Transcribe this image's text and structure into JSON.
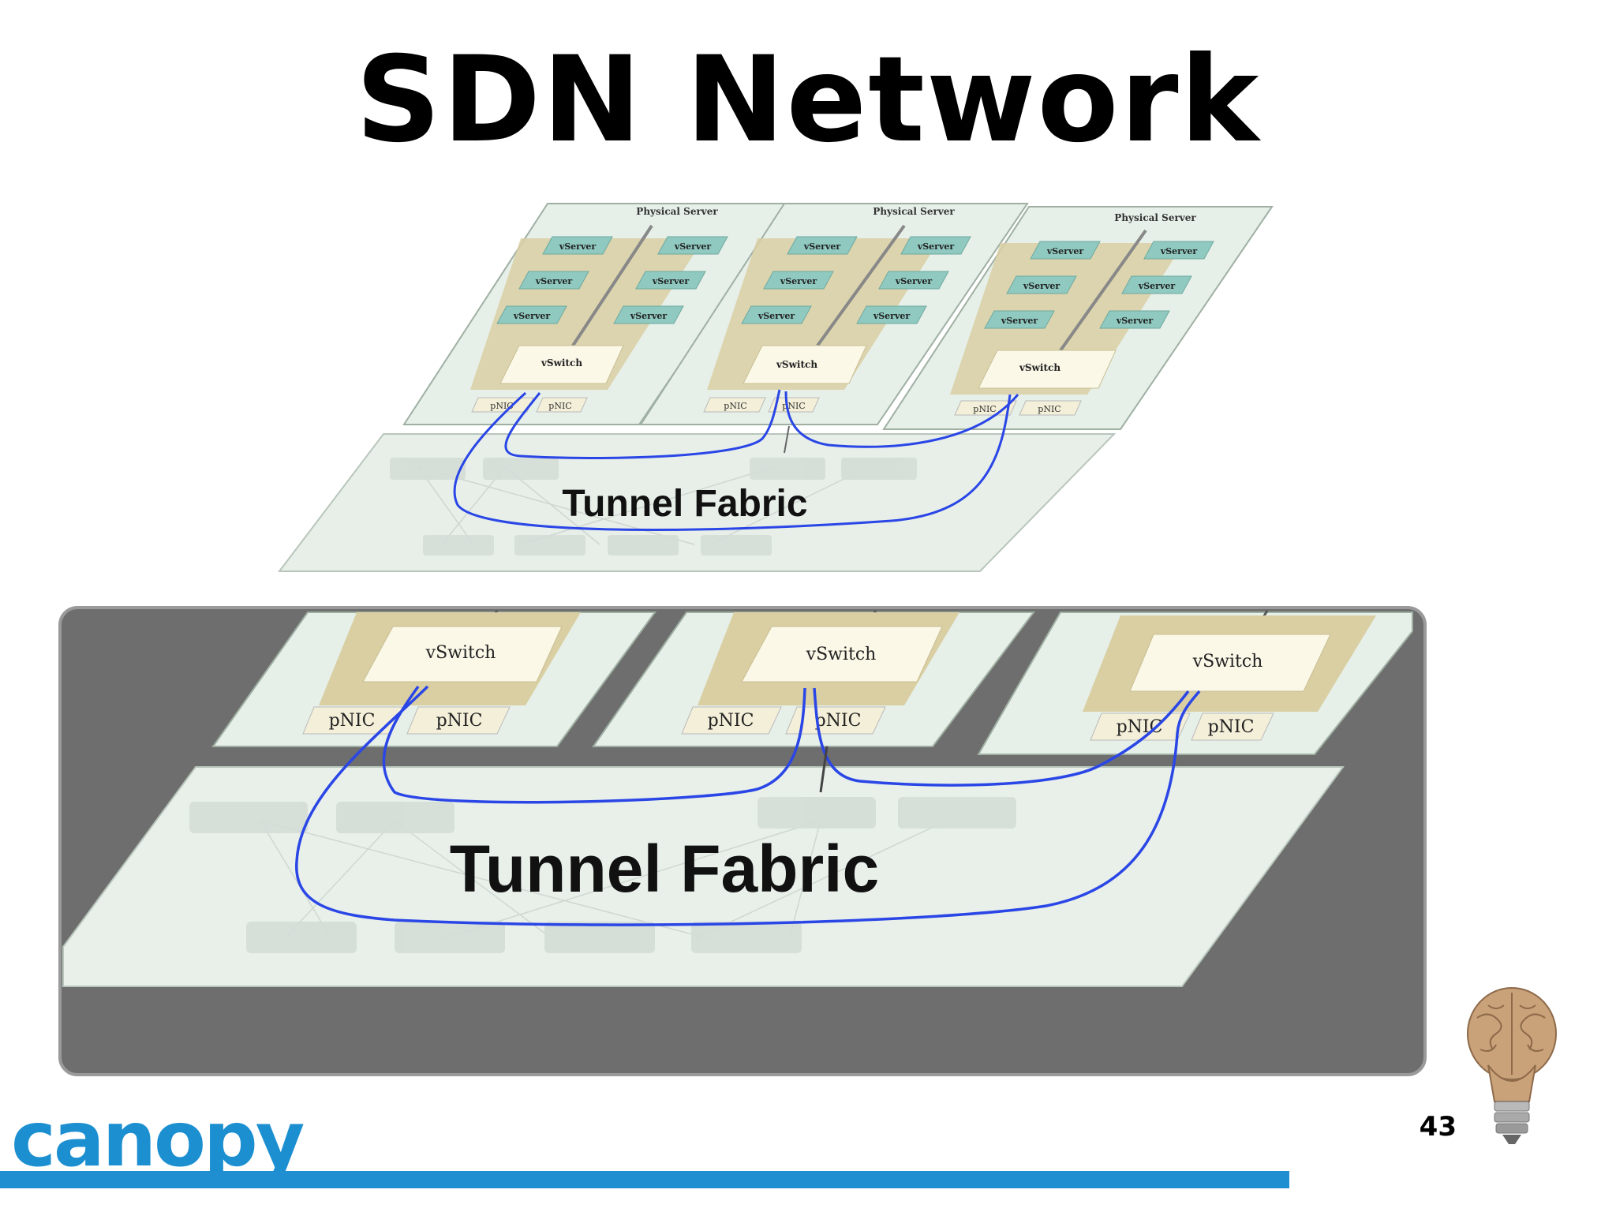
{
  "slide": {
    "title": "SDN Network",
    "page_number": "43",
    "logo_text": "canopy"
  },
  "diagram": {
    "server_label": "Physical Server",
    "vserver_label": "vServer",
    "vswitch_label": "vSwitch",
    "pnic_label": "pNIC",
    "fabric_label": "Tunnel Fabric"
  },
  "colors": {
    "vserver": "#8fc9c0",
    "vswitch_pad": "#d9cfa3",
    "vswitch_box": "#fbf8e8",
    "server_plate": "#e7efe9",
    "fabric_plate": "#e9f0ea",
    "tunnel_line": "#2a46e6",
    "frame": "#6e6e6e",
    "brand": "#1f8fd1"
  },
  "icons": {
    "brain_bulb": "brain-lightbulb-icon"
  }
}
